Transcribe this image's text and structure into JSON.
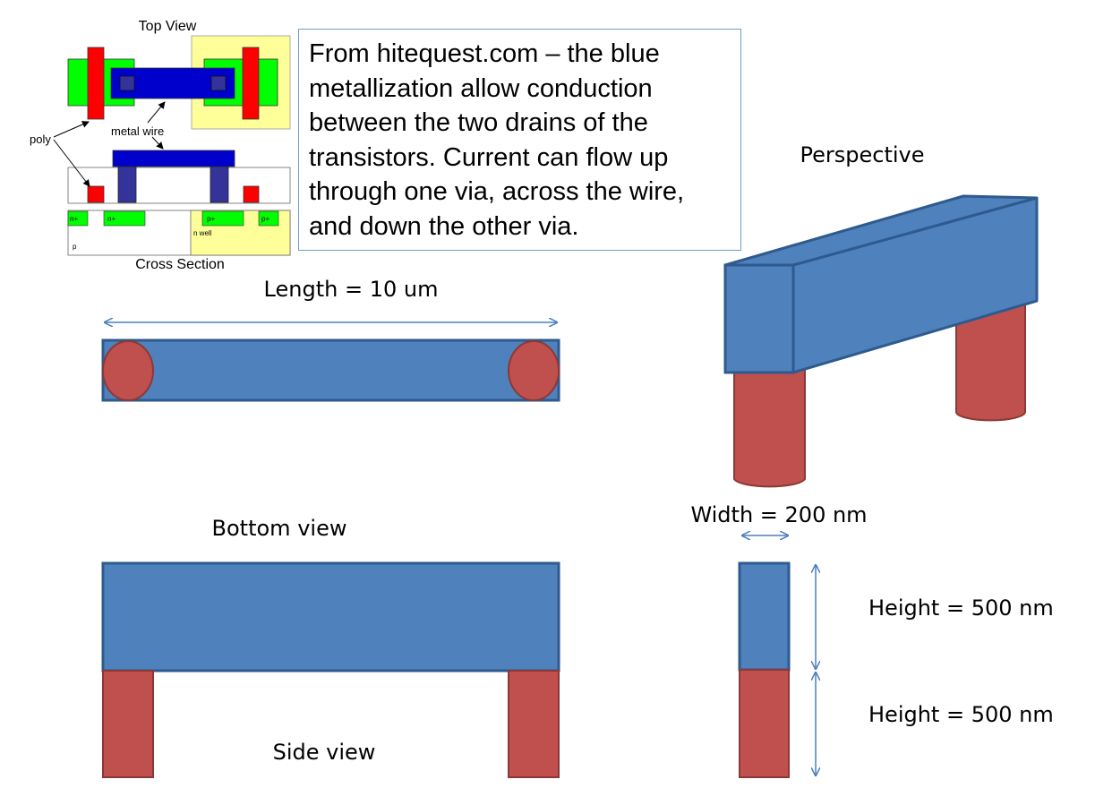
{
  "inset": {
    "top_view_label": "Top View",
    "cross_section_label": "Cross Section",
    "poly_label": "poly",
    "metal_wire_label": "metal wire",
    "n_plus_label": "n+",
    "p_plus_label": "p+",
    "n_well_label": "n well",
    "p_label": "p"
  },
  "callout": {
    "text": "From hitequest.com – the blue metallization allow conduction between the two drains of the transistors. Current can flow up through one via, across the wire, and down the other via."
  },
  "labels": {
    "perspective": "Perspective",
    "length": "Length = 10 um",
    "bottom_view": "Bottom view",
    "side_view": "Side view",
    "width": "Width = 200 nm",
    "height_metal": "Height = 500 nm",
    "height_via": "Height = 500 nm"
  },
  "colors": {
    "metal_fill": "#4f81bd",
    "metal_stroke": "#2e5a8e",
    "via_fill": "#c0504d",
    "via_stroke": "#8c3836",
    "arrow": "#4a7ebb",
    "inset_green": "#00ff00",
    "inset_yellow": "#ffff99",
    "inset_red": "#ff0000",
    "inset_blue": "#0000cc",
    "inset_navy": "#333399",
    "callout_border": "#6f9fc8"
  }
}
